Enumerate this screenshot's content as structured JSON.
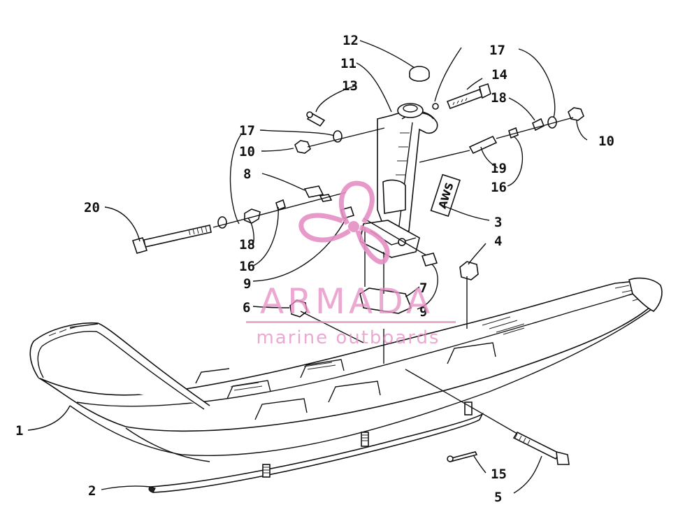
{
  "diagram": {
    "callouts": [
      {
        "label": "1"
      },
      {
        "label": "2"
      },
      {
        "label": "3"
      },
      {
        "label": "4"
      },
      {
        "label": "5"
      },
      {
        "label": "6"
      },
      {
        "label": "7"
      },
      {
        "label": "8"
      },
      {
        "label": "9"
      },
      {
        "label": "9"
      },
      {
        "label": "10"
      },
      {
        "label": "10"
      },
      {
        "label": "11"
      },
      {
        "label": "12"
      },
      {
        "label": "13"
      },
      {
        "label": "14"
      },
      {
        "label": "15"
      },
      {
        "label": "16"
      },
      {
        "label": "16"
      },
      {
        "label": "17"
      },
      {
        "label": "17"
      },
      {
        "label": "18"
      },
      {
        "label": "18"
      },
      {
        "label": "19"
      },
      {
        "label": "20"
      }
    ],
    "decal_text": "AWS"
  },
  "watermark": {
    "brand": "ARMADA",
    "tagline": "marine outboards",
    "color": "#e58fc4"
  }
}
